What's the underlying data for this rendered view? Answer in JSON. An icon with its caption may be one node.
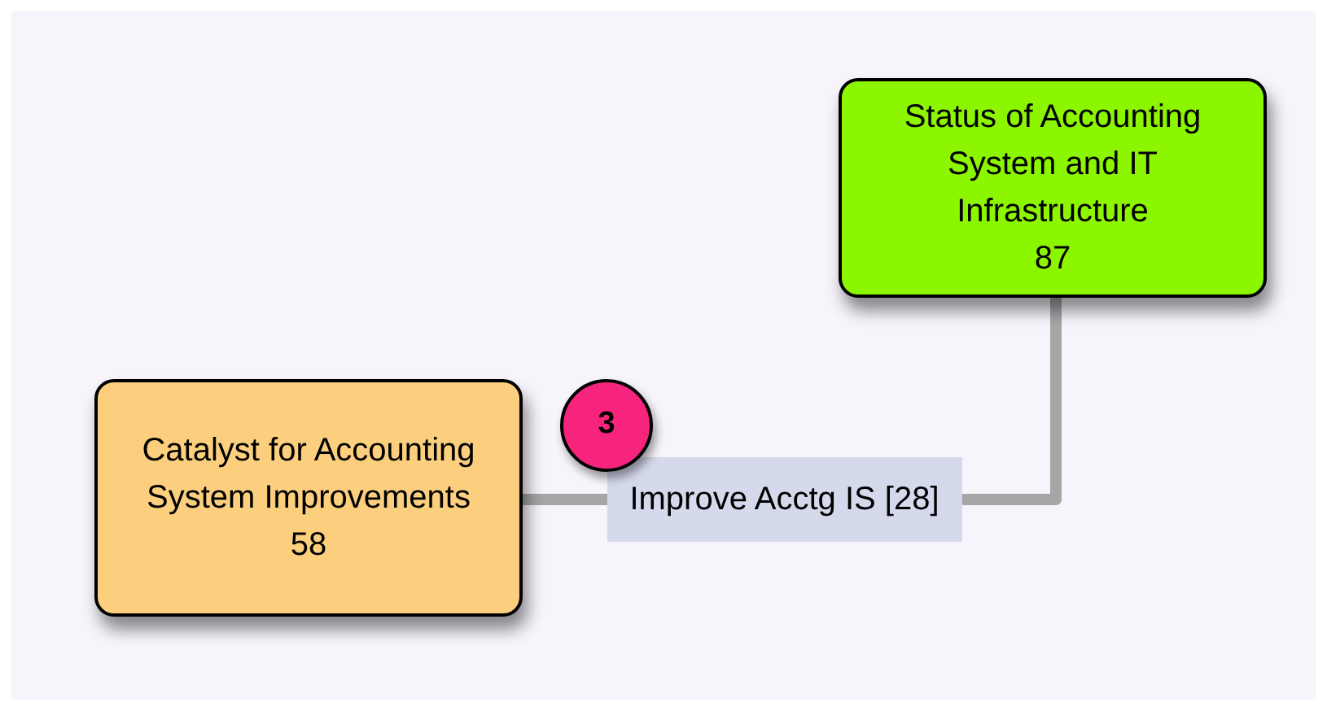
{
  "diagram": {
    "nodes": [
      {
        "text": [
          "Catalyst for Accounting System Improvements",
          "58"
        ]
      },
      {
        "text": [
          "Status of Accounting System and IT Infrastructure",
          "87"
        ]
      }
    ],
    "edges": [
      {
        "from": 0,
        "to": 1,
        "arrow": "none",
        "label": "Improve Acctg IS [28]"
      }
    ],
    "labels": [
      "3"
    ]
  }
}
